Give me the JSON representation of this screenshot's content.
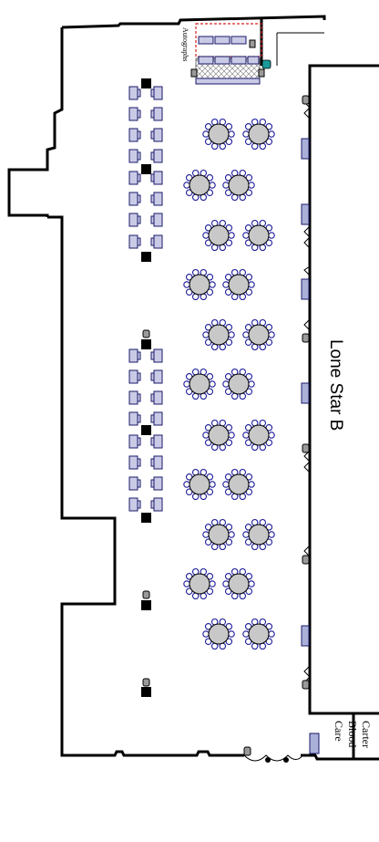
{
  "room": {
    "name": "Lone Star B"
  },
  "labels": {
    "autographs": "Autographs",
    "corner_area_line1": "Carter",
    "corner_area_line2": "Blood",
    "corner_area_line3": "Care"
  },
  "icons": {
    "round_table": "round-table-icon",
    "rect_table": "rectangular-table-icon",
    "chair": "chair-icon",
    "post": "column-post-icon",
    "outlet": "floor-outlet-icon"
  },
  "colors": {
    "table_fill": "#c8c8c8",
    "chair_stroke": "#1a1a9a",
    "rect_table_fill": "#c9cbe6",
    "barrier": "#d62020"
  }
}
